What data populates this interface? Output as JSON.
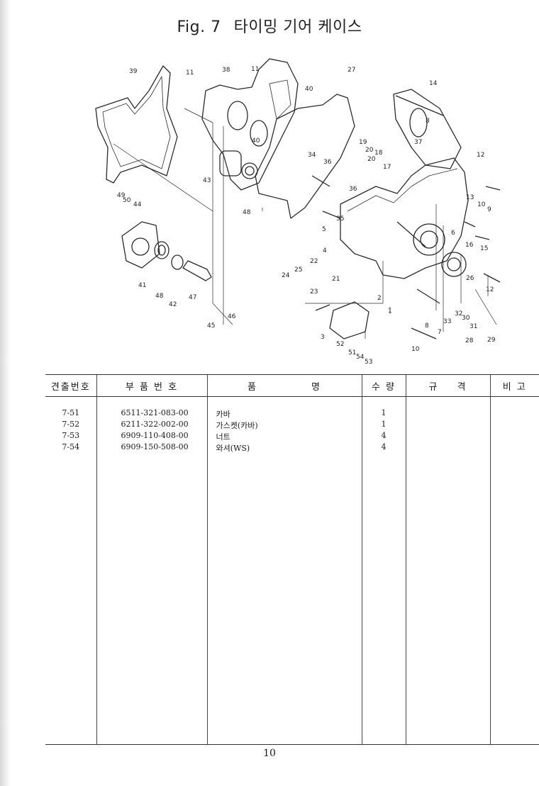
{
  "figure": {
    "label": "Fig. 7",
    "title": "타이밍 기어 케이스"
  },
  "diagram": {
    "callouts": [
      "39",
      "11",
      "38",
      "11",
      "27",
      "40",
      "14",
      "40",
      "19",
      "20",
      "18",
      "20",
      "17",
      "37",
      "8",
      "12",
      "34",
      "36",
      "43",
      "48",
      "36",
      "35",
      "13",
      "10",
      "9",
      "49",
      "50",
      "44",
      "5",
      "6",
      "16",
      "15",
      "4",
      "22",
      "21",
      "41",
      "48",
      "42",
      "47",
      "25",
      "24",
      "23",
      "2",
      "26",
      "12",
      "1",
      "33",
      "32",
      "30",
      "31",
      "28",
      "29",
      "8",
      "7",
      "3",
      "52",
      "51",
      "54",
      "53",
      "10",
      "46",
      "45"
    ]
  },
  "table": {
    "headers": {
      "no": "견출번호",
      "part_number": "부 품 번 호",
      "name": "품 명",
      "qty": "수 량",
      "spec": "규 격",
      "remarks": "비 고"
    },
    "rows": [
      {
        "no": "7-51",
        "part_number": "6511-321-083-00",
        "name": "카바",
        "qty": "1"
      },
      {
        "no": "7-52",
        "part_number": "6211-322-002-00",
        "name": "가스켓(카바)",
        "qty": "1"
      },
      {
        "no": "7-53",
        "part_number": "6909-110-408-00",
        "name": "너트",
        "qty": "4"
      },
      {
        "no": "7-54",
        "part_number": "6909-150-508-00",
        "name": "와셔(WS)",
        "qty": "4"
      }
    ]
  },
  "page_number": "10"
}
